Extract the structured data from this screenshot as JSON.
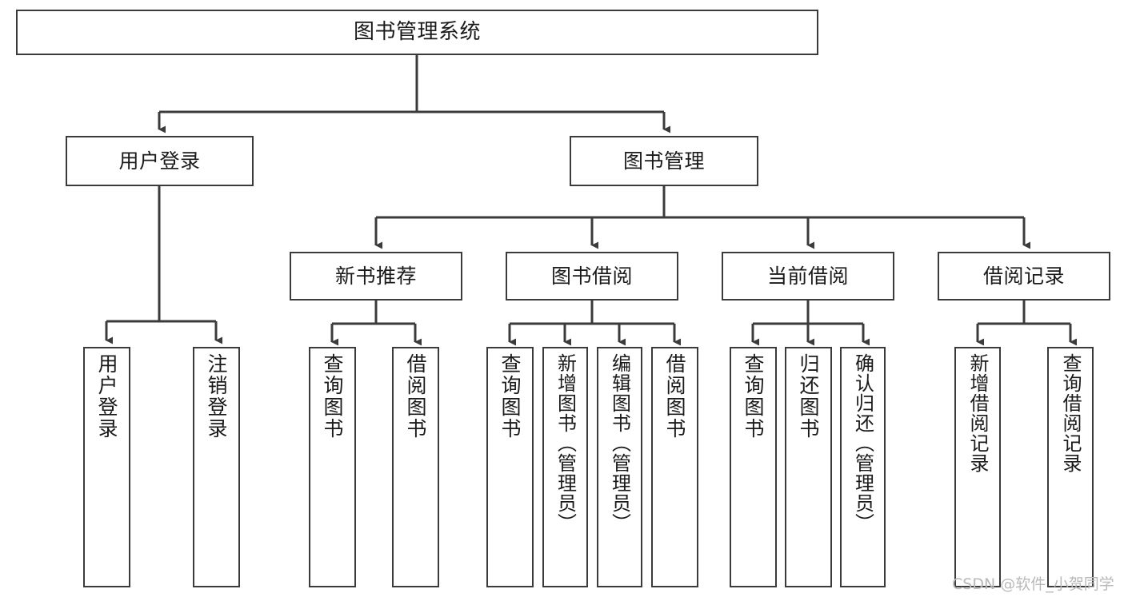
{
  "diagram": {
    "title": "图书管理系统",
    "type": "tree-hierarchy",
    "colors": {
      "stroke": "#3b3b3b",
      "fill": "#ffffff",
      "text": "#1a1a1a",
      "watermark": "#b9b9b9"
    },
    "nodes": {
      "root": {
        "label": "图书管理系统"
      },
      "level2": [
        {
          "id": "user-login",
          "label": "用户登录"
        },
        {
          "id": "book-manage",
          "label": "图书管理"
        }
      ],
      "level3": [
        {
          "id": "new-book-rec",
          "label": "新书推荐"
        },
        {
          "id": "book-borrow",
          "label": "图书借阅"
        },
        {
          "id": "current-borrow",
          "label": "当前借阅"
        },
        {
          "id": "borrow-record",
          "label": "借阅记录"
        }
      ],
      "leaves": {
        "user_login": [
          {
            "id": "leaf-user-login",
            "label": "用户登录"
          },
          {
            "id": "leaf-logout",
            "label": "注销登录"
          }
        ],
        "new_book_rec": [
          {
            "id": "leaf-query-book-1",
            "label": "查询图书"
          },
          {
            "id": "leaf-borrow-book-1",
            "label": "借阅图书"
          }
        ],
        "book_borrow": [
          {
            "id": "leaf-query-book-2",
            "label": "查询图书"
          },
          {
            "id": "leaf-add-book",
            "label": "新增图书（管理员）"
          },
          {
            "id": "leaf-edit-book",
            "label": "编辑图书（管理员）"
          },
          {
            "id": "leaf-borrow-book-2",
            "label": "借阅图书"
          }
        ],
        "current_borrow": [
          {
            "id": "leaf-query-book-3",
            "label": "查询图书"
          },
          {
            "id": "leaf-return-book",
            "label": "归还图书"
          },
          {
            "id": "leaf-confirm-return",
            "label": "确认归还（管理员）"
          }
        ],
        "borrow_record": [
          {
            "id": "leaf-add-record",
            "label": "新增借阅记录"
          },
          {
            "id": "leaf-query-record",
            "label": "查询借阅记录"
          }
        ]
      }
    },
    "watermark": "CSDN @软件_小贺同学"
  }
}
